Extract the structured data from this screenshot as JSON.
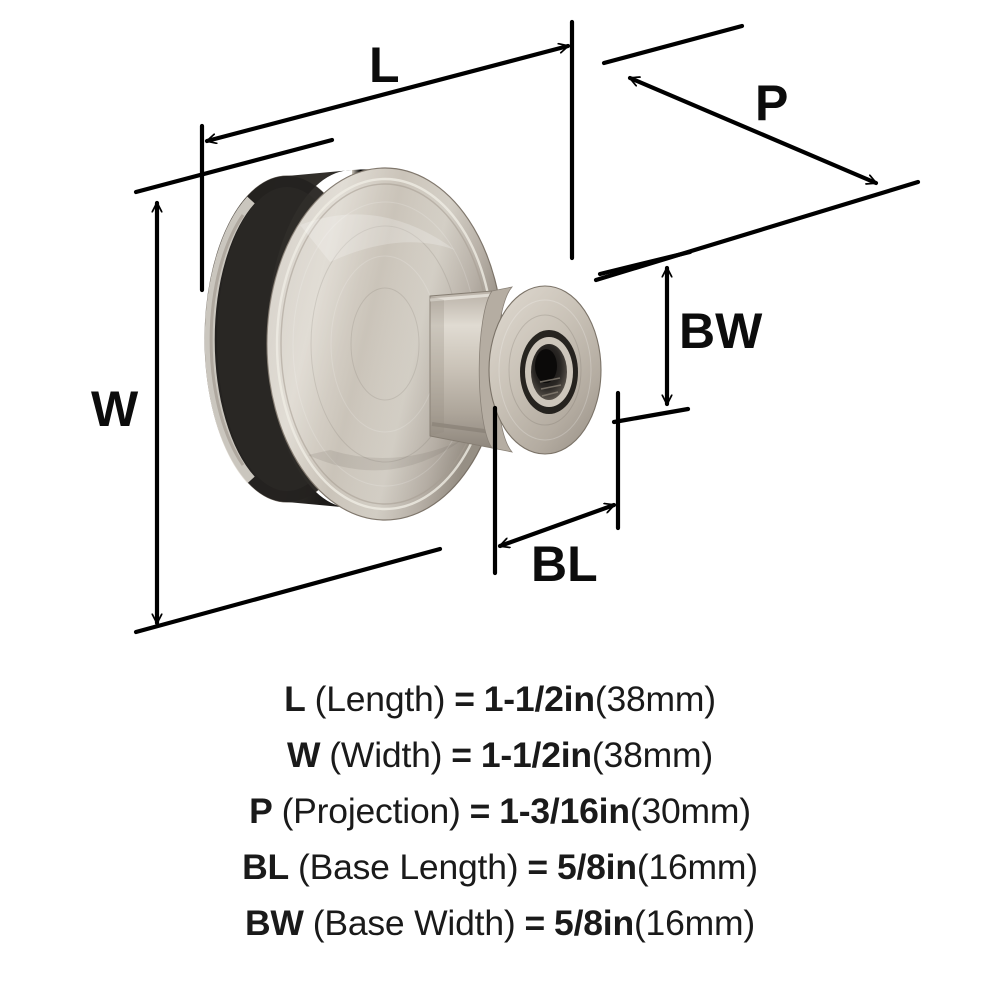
{
  "product": {
    "name": "cabinet-knob-brushed-nickel",
    "finish_color": "#c6bfb4",
    "finish_color_dark": "#9c9488",
    "finish_color_light": "#e4dfd6",
    "gasket_color": "#2b2926",
    "outline_color": "#000000"
  },
  "diagram": {
    "labels": {
      "length": "L",
      "width": "W",
      "projection": "P",
      "base_length": "BL",
      "base_width": "BW"
    }
  },
  "legend": {
    "rows": [
      {
        "key": "L",
        "name": "(Length)",
        "equals": "=",
        "imperial": "1-1/2in",
        "metric": "(38mm)"
      },
      {
        "key": "W",
        "name": "(Width)",
        "equals": "=",
        "imperial": "1-1/2in",
        "metric": "(38mm)"
      },
      {
        "key": "P",
        "name": "(Projection)",
        "equals": "=",
        "imperial": "1-3/16in",
        "metric": "(30mm)"
      },
      {
        "key": "BL",
        "name": "(Base Length)",
        "equals": "=",
        "imperial": "5/8in",
        "metric": "(16mm)"
      },
      {
        "key": "BW",
        "name": "(Base Width)",
        "equals": "=",
        "imperial": "5/8in",
        "metric": "(16mm)"
      }
    ]
  }
}
